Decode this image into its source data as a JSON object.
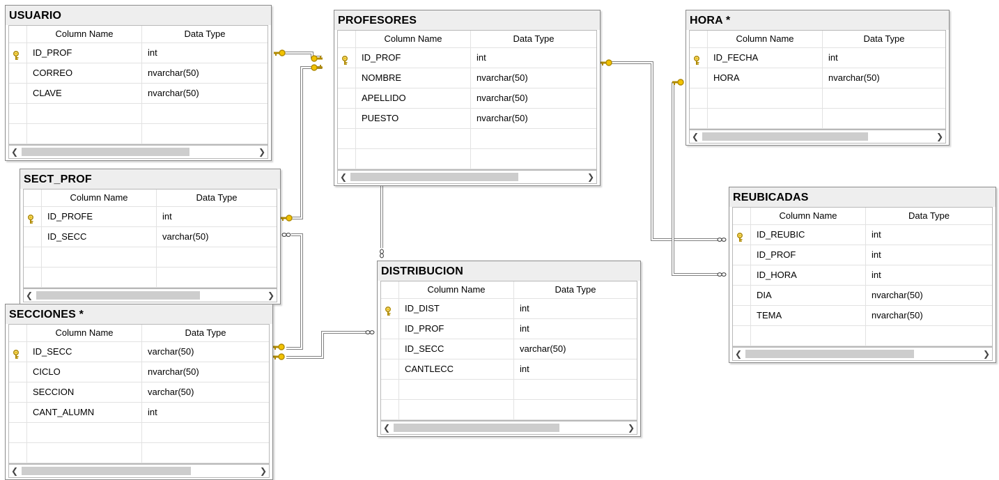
{
  "diagram": {
    "column_header": "Column Name",
    "type_header": "Data Type",
    "tables": [
      {
        "name": "USUARIO",
        "columns": [
          {
            "name": "ID_PROF",
            "type": "int",
            "pk": true
          },
          {
            "name": "CORREO",
            "type": "nvarchar(50)",
            "pk": false
          },
          {
            "name": "CLAVE",
            "type": "nvarchar(50)",
            "pk": false
          }
        ]
      },
      {
        "name": "PROFESORES",
        "columns": [
          {
            "name": "ID_PROF",
            "type": "int",
            "pk": true
          },
          {
            "name": "NOMBRE",
            "type": "nvarchar(50)",
            "pk": false
          },
          {
            "name": "APELLIDO",
            "type": "nvarchar(50)",
            "pk": false
          },
          {
            "name": "PUESTO",
            "type": "nvarchar(50)",
            "pk": false
          }
        ]
      },
      {
        "name": "HORA *",
        "columns": [
          {
            "name": "ID_FECHA",
            "type": "int",
            "pk": true
          },
          {
            "name": "HORA",
            "type": "nvarchar(50)",
            "pk": false
          }
        ]
      },
      {
        "name": "SECT_PROF",
        "columns": [
          {
            "name": "ID_PROFE",
            "type": "int",
            "pk": true
          },
          {
            "name": "ID_SECC",
            "type": "varchar(50)",
            "pk": false
          }
        ]
      },
      {
        "name": "REUBICADAS",
        "columns": [
          {
            "name": "ID_REUBIC",
            "type": "int",
            "pk": true
          },
          {
            "name": "ID_PROF",
            "type": "int",
            "pk": false
          },
          {
            "name": "ID_HORA",
            "type": "int",
            "pk": false
          },
          {
            "name": "DIA",
            "type": "nvarchar(50)",
            "pk": false
          },
          {
            "name": "TEMA",
            "type": "nvarchar(50)",
            "pk": false
          }
        ]
      },
      {
        "name": "DISTRIBUCION",
        "columns": [
          {
            "name": "ID_DIST",
            "type": "int",
            "pk": true
          },
          {
            "name": "ID_PROF",
            "type": "int",
            "pk": false
          },
          {
            "name": "ID_SECC",
            "type": "varchar(50)",
            "pk": false
          },
          {
            "name": "CANTLECC",
            "type": "int",
            "pk": false
          }
        ]
      },
      {
        "name": "SECCIONES *",
        "columns": [
          {
            "name": "ID_SECC",
            "type": "varchar(50)",
            "pk": true
          },
          {
            "name": "CICLO",
            "type": "nvarchar(50)",
            "pk": false
          },
          {
            "name": "SECCION",
            "type": "varchar(50)",
            "pk": false
          },
          {
            "name": "CANT_ALUMN",
            "type": "int",
            "pk": false
          }
        ]
      }
    ],
    "relationships": [
      {
        "from": "USUARIO",
        "to": "PROFESORES",
        "kind": "one-to-one"
      },
      {
        "from": "SECT_PROF",
        "to": "PROFESORES",
        "kind": "one-to-one"
      },
      {
        "from": "PROFESORES",
        "to": "DISTRIBUCION",
        "kind": "one-to-many"
      },
      {
        "from": "PROFESORES",
        "to": "REUBICADAS",
        "kind": "one-to-many"
      },
      {
        "from": "HORA *",
        "to": "REUBICADAS",
        "kind": "one-to-many"
      },
      {
        "from": "SECCIONES *",
        "to": "SECT_PROF",
        "kind": "one-to-many"
      },
      {
        "from": "SECCIONES *",
        "to": "DISTRIBUCION",
        "kind": "one-to-many"
      }
    ],
    "colors": {
      "key": "#f2c200",
      "connector": "#808080",
      "title_bar": "#eeeeee",
      "scroll_thumb": "#cdcdcd"
    }
  }
}
